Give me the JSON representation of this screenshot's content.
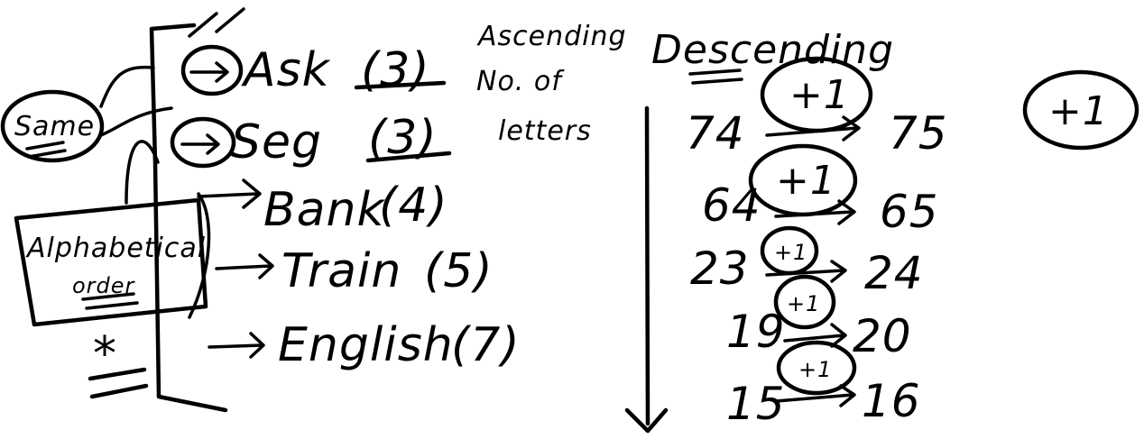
{
  "words": [
    {
      "word": "Ask",
      "count": "(3)"
    },
    {
      "word": "Seg",
      "count": "(3)"
    },
    {
      "word": "Bank",
      "count": "(4)"
    },
    {
      "word": "Train",
      "count": "(5)"
    },
    {
      "word": "English",
      "count": "(7)"
    }
  ],
  "notes": {
    "same": "Same",
    "alphabetical_line1": "Alphabetical",
    "alphabetical_line2": "order",
    "asterisk": "*",
    "ascending_line1": "Ascending",
    "ascending_line2": "No. of",
    "ascending_line3": "letters",
    "descending": "Descending",
    "plus_one": "+1"
  },
  "pairs": [
    {
      "from": "74",
      "to": "75"
    },
    {
      "from": "64",
      "to": "65"
    },
    {
      "from": "23",
      "to": "24"
    },
    {
      "from": "19",
      "to": "20"
    },
    {
      "from": "15",
      "to": "16"
    }
  ]
}
